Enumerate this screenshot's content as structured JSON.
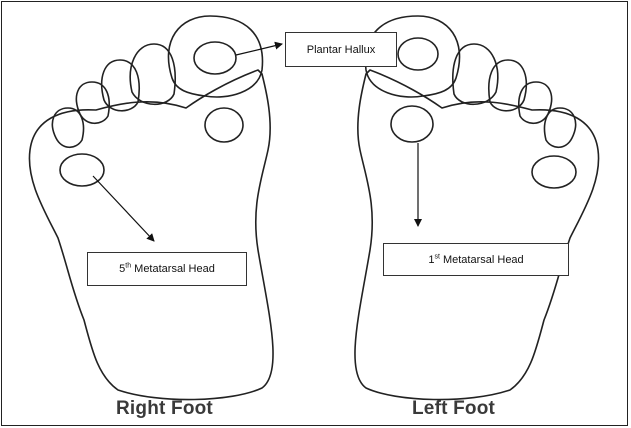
{
  "labels": {
    "plantar_hallux": "Plantar Hallux",
    "fifth_metatarsal": {
      "prefix": "5",
      "sup": "th",
      "rest": " Metatarsal Head"
    },
    "first_metatarsal": {
      "prefix": "1",
      "sup": "st",
      "rest": " Metatarsal Head"
    }
  },
  "captions": {
    "right_foot": "Right Foot",
    "left_foot": "Left Foot"
  }
}
